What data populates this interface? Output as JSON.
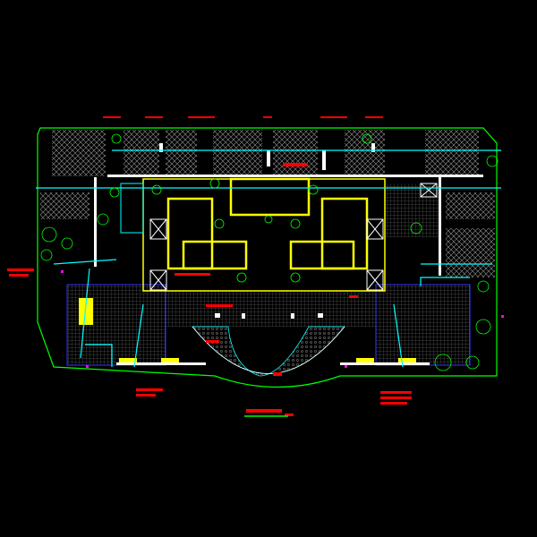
{
  "drawing": {
    "background": "#000000",
    "colors": {
      "boundary": "#00ff00",
      "walls": "#ffffff",
      "core": "#ffff00",
      "pipes": "#00ffff",
      "annotation": "#ff0000",
      "hatch": "#8a8a8a",
      "accent": "#ff00ff",
      "blue": "#3333ff"
    },
    "patterns": [
      "hex-paving",
      "grid-tile",
      "fan-paving"
    ]
  }
}
